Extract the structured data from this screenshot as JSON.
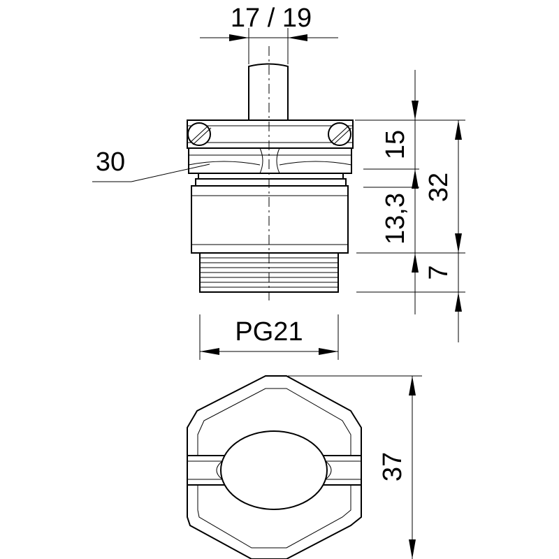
{
  "dimensions": {
    "cable_range": "17 / 19",
    "wrench_size": "30",
    "head_height": "15",
    "total_height": "32",
    "body_height": "13,3",
    "thread_length": "7",
    "thread": "PG21",
    "width_across_corners": "37"
  }
}
